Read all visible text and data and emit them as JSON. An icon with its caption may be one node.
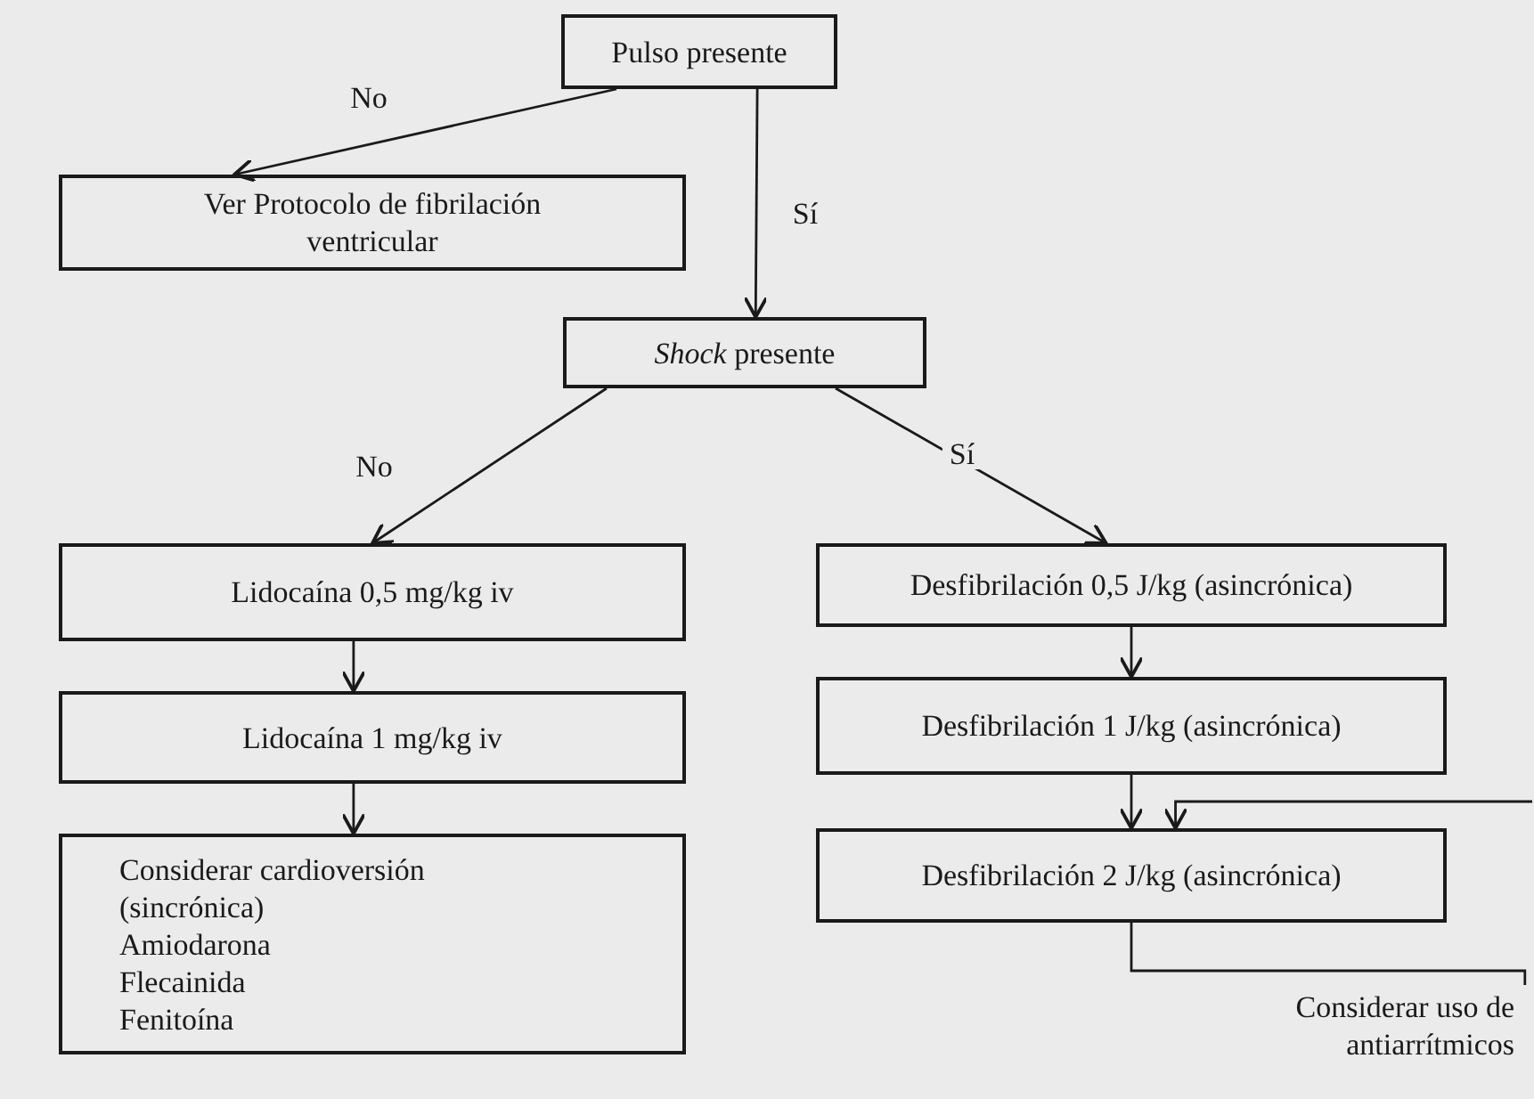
{
  "diagram": {
    "nodes": [
      {
        "text": [
          "Pulso presente"
        ]
      },
      {
        "text": [
          "Ver Protocolo de fibrilación ventricular"
        ]
      },
      {
        "text": [
          "*Shock* presente"
        ]
      },
      {
        "text": [
          "Lidocaína 0,5 mg/kg iv"
        ]
      },
      {
        "text": [
          "Lidocaína 1 mg/kg iv"
        ]
      },
      {
        "text": [
          "Considerar cardioversión (sincrónica)",
          "Amiodarona",
          "Flecainida",
          "Fenitoína"
        ]
      },
      {
        "text": [
          "Desfibrilación 0,5 J/kg (asincrónica)"
        ]
      },
      {
        "text": [
          "Desfibrilación 1 J/kg (asincrónica)"
        ]
      },
      {
        "text": [
          "Desfibrilación 2 J/kg (asincrónica)"
        ]
      },
      {
        "text": [
          "Considerar uso de antiarrítmicos"
        ]
      }
    ],
    "edges": [
      {
        "from": 0,
        "to": 1,
        "arrow": "to",
        "label": "No"
      },
      {
        "from": 0,
        "to": 2,
        "arrow": "to",
        "label": "Sí"
      },
      {
        "from": 2,
        "to": 3,
        "arrow": "to",
        "label": "No"
      },
      {
        "from": 2,
        "to": 6,
        "arrow": "to",
        "label": "Sí"
      },
      {
        "from": 3,
        "to": 4,
        "arrow": "to"
      },
      {
        "from": 4,
        "to": 5,
        "arrow": "to"
      },
      {
        "from": 6,
        "to": 7,
        "arrow": "to"
      },
      {
        "from": 7,
        "to": 8,
        "arrow": "to"
      },
      {
        "from": 8,
        "to": 9,
        "arrow": "none"
      },
      {
        "from": null,
        "to": 8,
        "arrow": "to"
      }
    ]
  }
}
